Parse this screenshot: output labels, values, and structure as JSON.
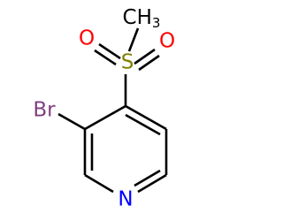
{
  "molecule": {
    "atoms": {
      "methyl": {
        "symbol": "CH",
        "subscript": "3",
        "color": "#000000"
      },
      "sulfur": {
        "symbol": "S",
        "color": "#808000"
      },
      "oxygen_left": {
        "symbol": "O",
        "color": "#ff0000"
      },
      "oxygen_right": {
        "symbol": "O",
        "color": "#ff0000"
      },
      "bromine": {
        "symbol": "Br",
        "color": "#7f3f7f"
      },
      "nitrogen": {
        "symbol": "N",
        "color": "#0000ff"
      }
    }
  }
}
